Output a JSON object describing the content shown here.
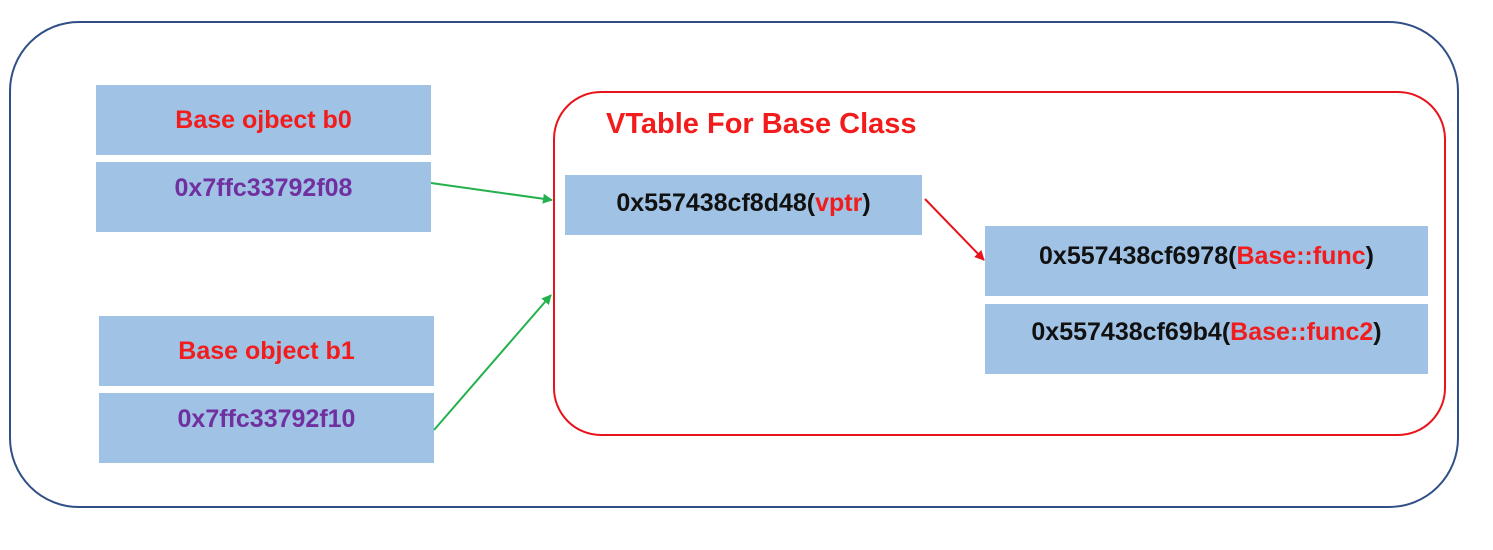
{
  "objects": [
    {
      "label": "Base ojbect b0",
      "address": "0x7ffc33792f08"
    },
    {
      "label": "Base object b1",
      "address": "0x7ffc33792f10"
    }
  ],
  "vtable": {
    "title": "VTable For Base Class",
    "vptr": {
      "address": "0x557438cf8d48",
      "name": "vptr"
    },
    "entries": [
      {
        "address": "0x557438cf6978",
        "name": "Base::func"
      },
      {
        "address": "0x557438cf69b4",
        "name": "Base::func2"
      }
    ]
  },
  "punctuation": {
    "open": "(",
    "close": ")"
  },
  "colors": {
    "cell_fill": "#9fc2e5",
    "outer_border": "#2f4f86",
    "vtable_border": "#e8141b",
    "label_red": "#f21c1c",
    "address_purple": "#7030a0",
    "arrow_green": "#22b14c",
    "arrow_red": "#e8141b"
  }
}
